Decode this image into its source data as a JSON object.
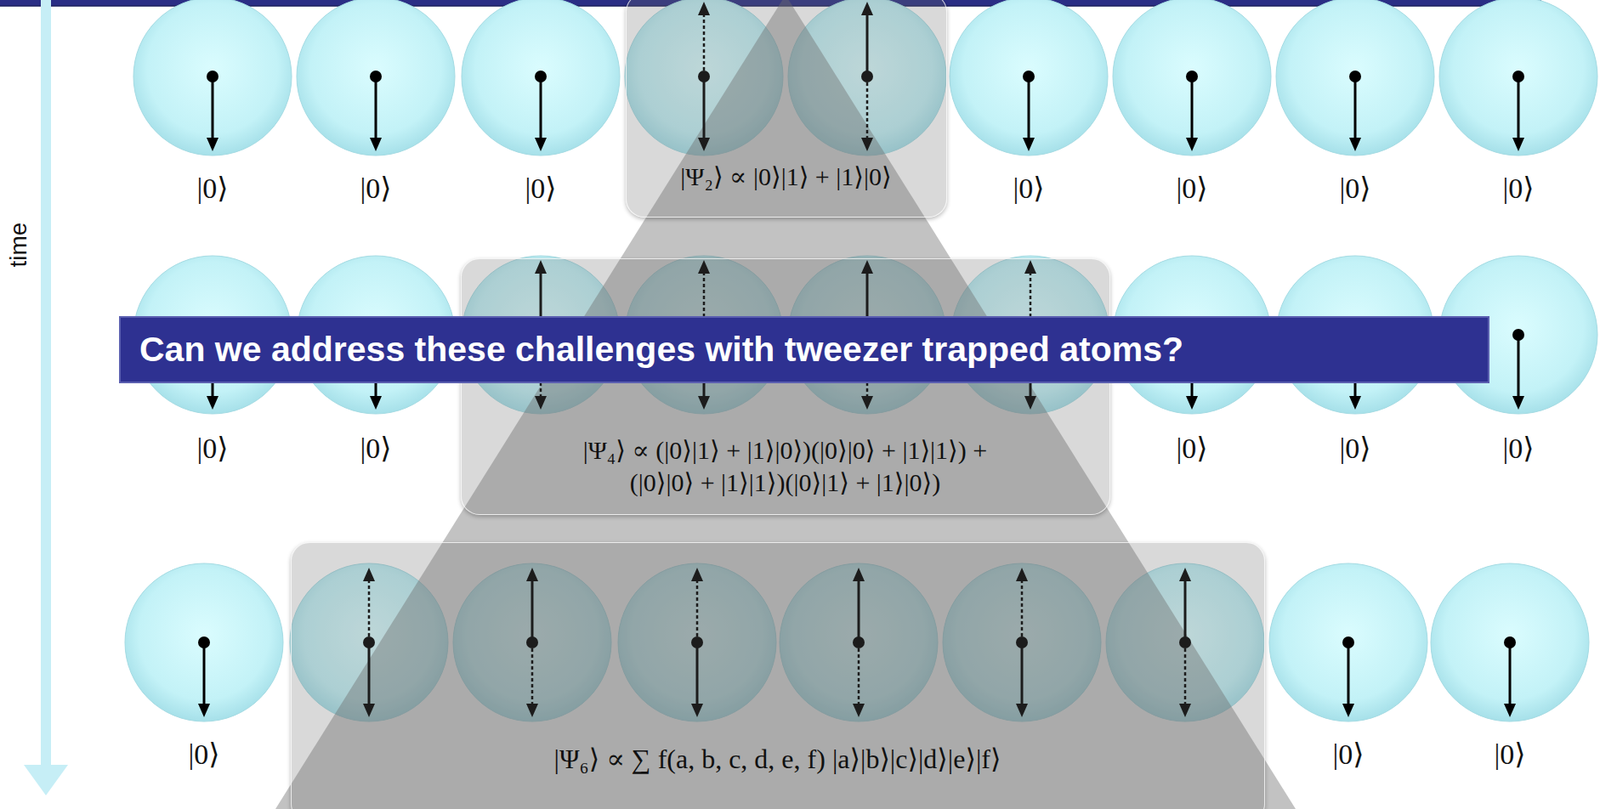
{
  "diagram": {
    "nodes": [
      {
        "text": [
          "|Ψ₂⟩ ∝ |0⟩|1⟩ + |1⟩|0⟩"
        ]
      },
      {
        "text": [
          "|Ψ₄⟩ ∝ (|0⟩|1⟩ + |1⟩|0⟩)(|0⟩|0⟩ + |1⟩|1⟩) +(|0⟩|0⟩ + |1⟩|1⟩)(|0⟩|1⟩ + |1⟩|0⟩)"
        ]
      },
      {
        "text": [
          "Can we address these challenges with tweezer trapped atoms?"
        ]
      },
      {
        "text": [
          "|Ψ₆⟩ ∝ ∑ f(a, b, c, d, e, f) |a⟩|b⟩|c⟩|d⟩|e⟩|f⟩"
        ]
      }
    ],
    "labels": [
      "|0⟩",
      "|0⟩",
      "|0⟩",
      "|0⟩",
      "|0⟩",
      "|0⟩",
      "|0⟩",
      "|0⟩",
      "|0⟩",
      "|0⟩",
      "|0⟩",
      "|0⟩",
      "|0⟩",
      "|0⟩",
      "|0⟩",
      "time"
    ]
  }
}
